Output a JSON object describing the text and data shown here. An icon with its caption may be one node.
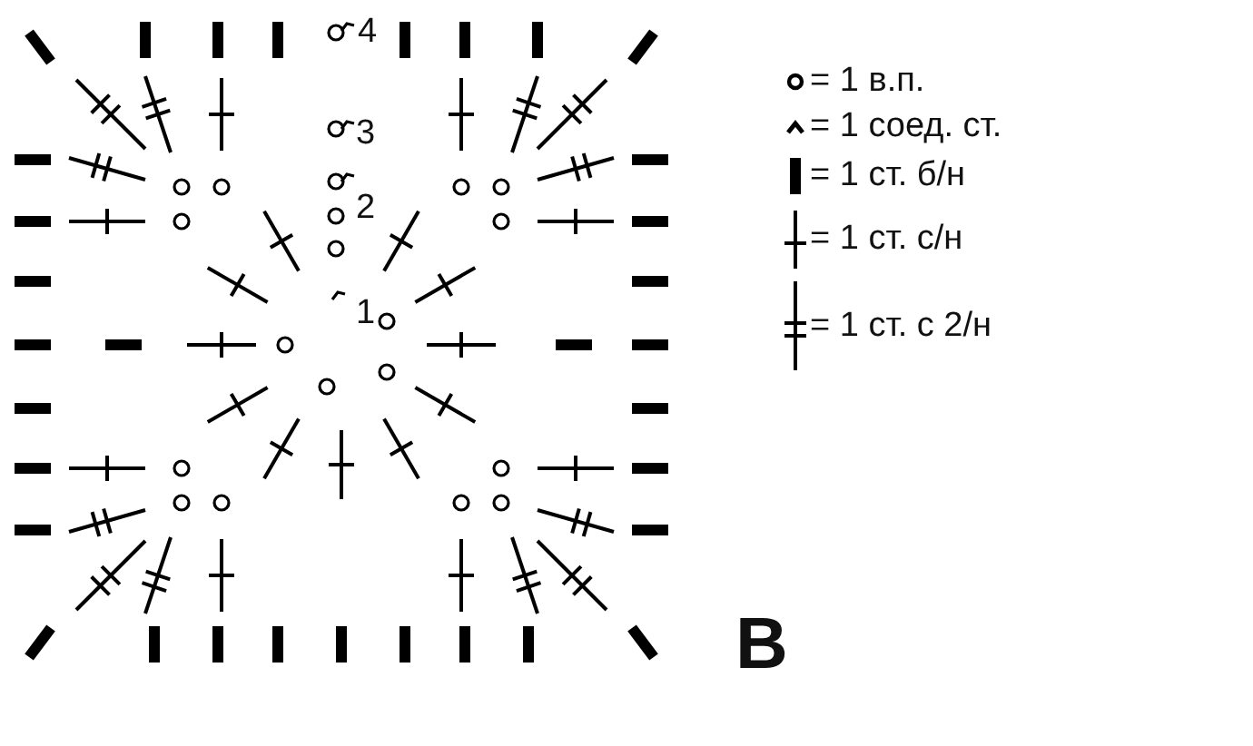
{
  "diagram": {
    "labels": [
      "4",
      "3",
      "2",
      "1",
      "В"
    ],
    "legend": [
      {
        "text": "= 1 в.п."
      },
      {
        "text": "= 1 соед. ст."
      },
      {
        "text": "= 1 ст. б/н"
      },
      {
        "text": "= 1 ст. с/н"
      },
      {
        "text": "= 1 ст. с 2/н"
      }
    ]
  }
}
